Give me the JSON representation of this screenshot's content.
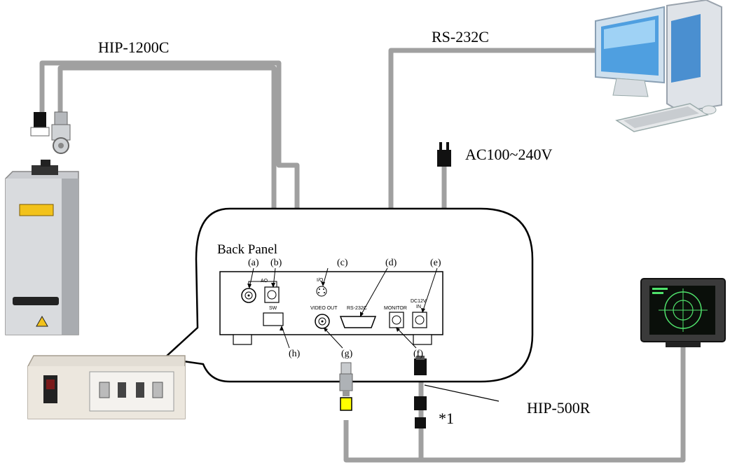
{
  "cables": {
    "sensor_cable": "HIP-1200C",
    "serial_cable": "RS-232C",
    "power": "AC100~240V",
    "monitor_cable": "HIP-500R",
    "note": "*1"
  },
  "panel": {
    "title": "Back Panel",
    "callouts": [
      "(a)",
      "(b)",
      "(c)",
      "(d)",
      "(e)",
      "(f)",
      "(g)",
      "(h)"
    ],
    "connectors": {
      "ao": "AO",
      "io": "I/O",
      "rs232": "RS-232C",
      "dc12v": "DC12V",
      "in": "IN",
      "sw": "SW",
      "video_out": "VIDEO OUT",
      "monitor": "MONITOR"
    }
  },
  "colors": {
    "cable": "#a0a0a0",
    "rca_plug": "#ffff00",
    "plug": "#111111"
  }
}
